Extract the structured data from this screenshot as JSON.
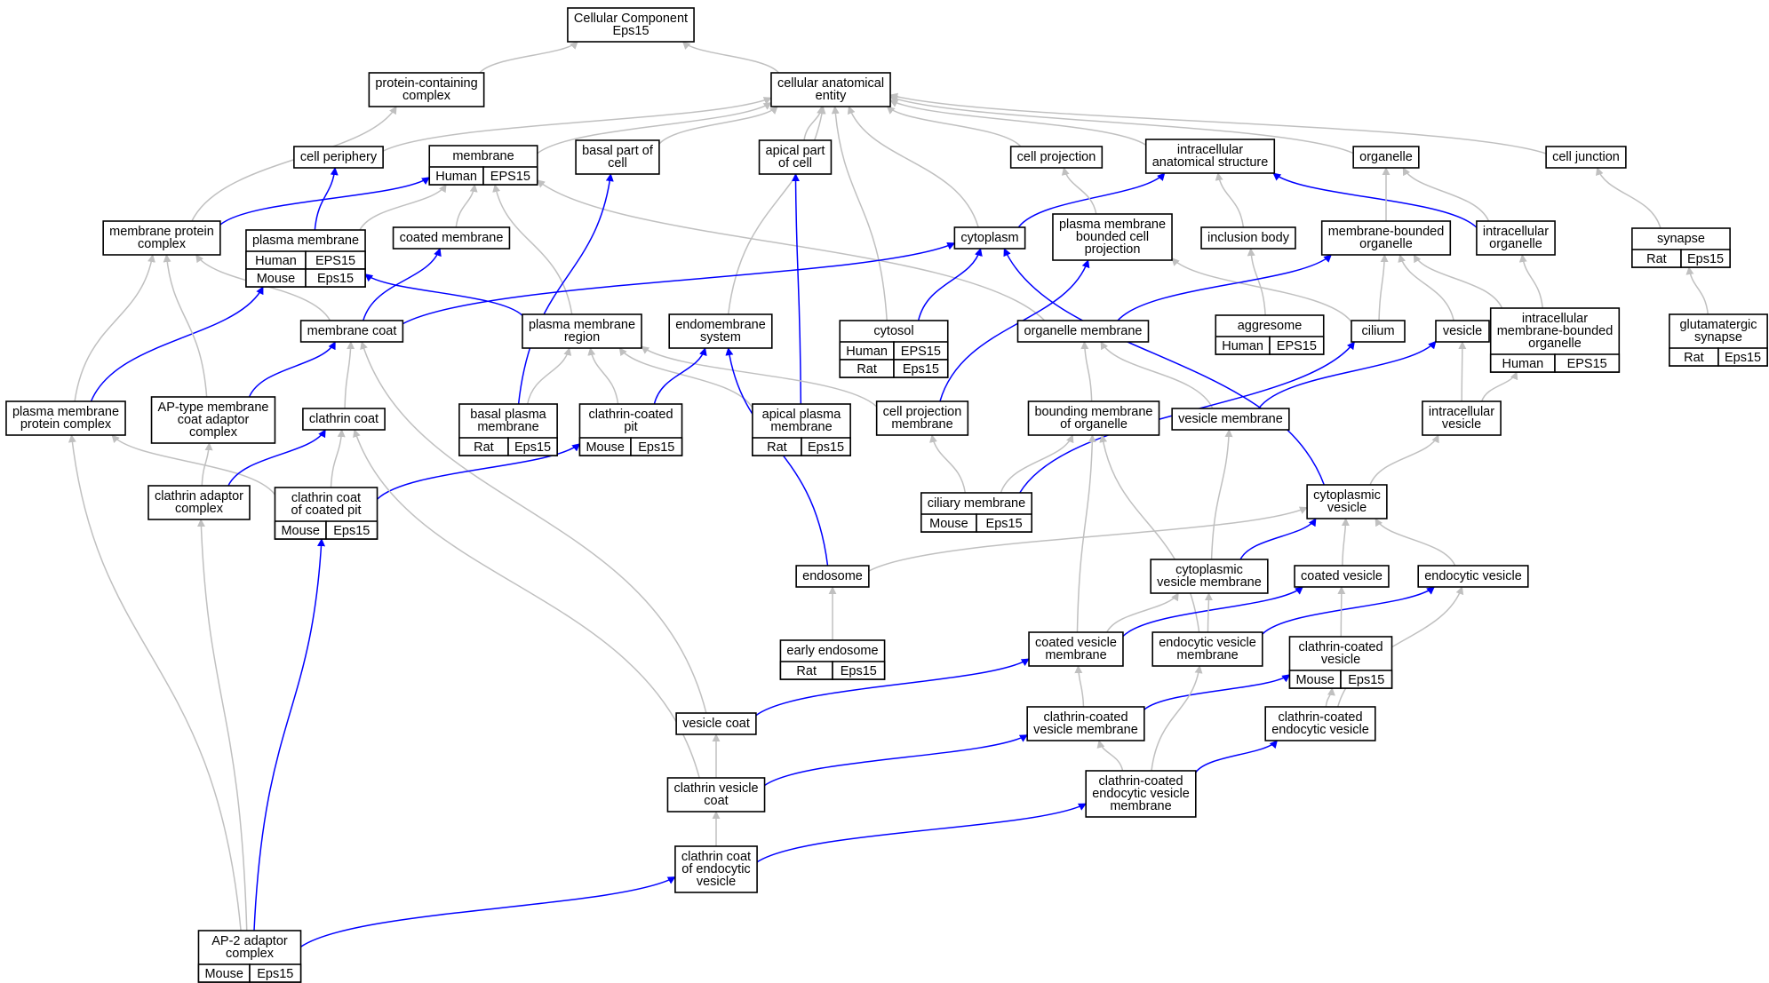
{
  "colors": {
    "arrow_blue": "#0000ff",
    "arrow_gray": "#c0c0c0",
    "Human": "#f2654c",
    "Mouse": "#add8e6",
    "Rat": "#ffd600"
  },
  "nodes": {
    "root": {
      "lines": [
        "Cellular Component",
        "Eps15"
      ]
    },
    "protein_complex": {
      "lines": [
        "protein-containing",
        "complex"
      ]
    },
    "cae": {
      "lines": [
        "cellular anatomical",
        "entity"
      ]
    },
    "cell_periphery": {
      "lines": [
        "cell periphery"
      ]
    },
    "membrane": {
      "lines": [
        "membrane"
      ],
      "annotations": [
        {
          "org": "Human",
          "gene": "EPS15"
        }
      ]
    },
    "basal_part": {
      "lines": [
        "basal part of",
        "cell"
      ]
    },
    "apical_part": {
      "lines": [
        "apical part",
        "of cell"
      ]
    },
    "cell_projection": {
      "lines": [
        "cell projection"
      ]
    },
    "intracellular_as": {
      "lines": [
        "intracellular",
        "anatomical structure"
      ]
    },
    "organelle": {
      "lines": [
        "organelle"
      ]
    },
    "cell_junction": {
      "lines": [
        "cell junction"
      ]
    },
    "plasma_membrane": {
      "lines": [
        "plasma membrane"
      ],
      "annotations": [
        {
          "org": "Human",
          "gene": "EPS15"
        },
        {
          "org": "Mouse",
          "gene": "Eps15"
        }
      ]
    },
    "membrane_protein_complex": {
      "lines": [
        "membrane protein",
        "complex"
      ]
    },
    "coated_membrane": {
      "lines": [
        "coated membrane"
      ]
    },
    "cytoplasm": {
      "lines": [
        "cytoplasm"
      ]
    },
    "pm_bounded_projection": {
      "lines": [
        "plasma membrane",
        "bounded cell",
        "projection"
      ]
    },
    "inclusion_body": {
      "lines": [
        "inclusion body"
      ]
    },
    "membrane_bounded_organelle": {
      "lines": [
        "membrane-bounded",
        "organelle"
      ]
    },
    "intracellular_organelle": {
      "lines": [
        "intracellular",
        "organelle"
      ]
    },
    "synapse": {
      "lines": [
        "synapse"
      ],
      "annotations": [
        {
          "org": "Rat",
          "gene": "Eps15"
        }
      ]
    },
    "cytosol": {
      "lines": [
        "cytosol"
      ],
      "annotations": [
        {
          "org": "Human",
          "gene": "EPS15"
        },
        {
          "org": "Rat",
          "gene": "Eps15"
        }
      ]
    },
    "imbo": {
      "lines": [
        "intracellular",
        "membrane-bounded",
        "organelle"
      ],
      "annotations": [
        {
          "org": "Human",
          "gene": "EPS15"
        }
      ]
    },
    "glutamatergic_synapse": {
      "lines": [
        "glutamatergic",
        "synapse"
      ],
      "annotations": [
        {
          "org": "Rat",
          "gene": "Eps15"
        }
      ]
    },
    "membrane_coat": {
      "lines": [
        "membrane coat"
      ]
    },
    "pm_region": {
      "lines": [
        "plasma membrane",
        "region"
      ]
    },
    "endomembrane": {
      "lines": [
        "endomembrane",
        "system"
      ]
    },
    "organelle_membrane": {
      "lines": [
        "organelle membrane"
      ]
    },
    "aggresome": {
      "lines": [
        "aggresome"
      ],
      "annotations": [
        {
          "org": "Human",
          "gene": "EPS15"
        }
      ]
    },
    "cilium": {
      "lines": [
        "cilium"
      ]
    },
    "vesicle": {
      "lines": [
        "vesicle"
      ]
    },
    "pm_protein_complex": {
      "lines": [
        "plasma membrane",
        "protein complex"
      ]
    },
    "ap_type": {
      "lines": [
        "AP-type membrane",
        "coat adaptor",
        "complex"
      ]
    },
    "clathrin_coat": {
      "lines": [
        "clathrin coat"
      ]
    },
    "basal_pm": {
      "lines": [
        "basal plasma",
        "membrane"
      ],
      "annotations": [
        {
          "org": "Rat",
          "gene": "Eps15"
        }
      ]
    },
    "clathrin_pit": {
      "lines": [
        "clathrin-coated",
        "pit"
      ],
      "annotations": [
        {
          "org": "Mouse",
          "gene": "Eps15"
        }
      ]
    },
    "apical_pm": {
      "lines": [
        "apical plasma",
        "membrane"
      ],
      "annotations": [
        {
          "org": "Rat",
          "gene": "Eps15"
        }
      ]
    },
    "cell_proj_membrane": {
      "lines": [
        "cell projection",
        "membrane"
      ]
    },
    "bounding_membrane": {
      "lines": [
        "bounding membrane",
        "of organelle"
      ]
    },
    "vesicle_membrane": {
      "lines": [
        "vesicle membrane"
      ]
    },
    "intracellular_vesicle": {
      "lines": [
        "intracellular",
        "vesicle"
      ]
    },
    "clathrin_adaptor": {
      "lines": [
        "clathrin adaptor",
        "complex"
      ]
    },
    "clathrin_coat_pit": {
      "lines": [
        "clathrin coat",
        "of coated pit"
      ],
      "annotations": [
        {
          "org": "Mouse",
          "gene": "Eps15"
        }
      ]
    },
    "ciliary_membrane": {
      "lines": [
        "ciliary membrane"
      ],
      "annotations": [
        {
          "org": "Mouse",
          "gene": "Eps15"
        }
      ]
    },
    "cytoplasmic_vesicle": {
      "lines": [
        "cytoplasmic",
        "vesicle"
      ]
    },
    "endosome": {
      "lines": [
        "endosome"
      ]
    },
    "cyto_vesicle_membrane": {
      "lines": [
        "cytoplasmic",
        "vesicle membrane"
      ]
    },
    "coated_vesicle": {
      "lines": [
        "coated vesicle"
      ]
    },
    "endocytic_vesicle": {
      "lines": [
        "endocytic vesicle"
      ]
    },
    "early_endosome": {
      "lines": [
        "early endosome"
      ],
      "annotations": [
        {
          "org": "Rat",
          "gene": "Eps15"
        }
      ]
    },
    "coated_vesicle_membrane": {
      "lines": [
        "coated vesicle",
        "membrane"
      ]
    },
    "endocytic_vesicle_membrane": {
      "lines": [
        "endocytic vesicle",
        "membrane"
      ]
    },
    "clathrin_coated_vesicle": {
      "lines": [
        "clathrin-coated",
        "vesicle"
      ],
      "annotations": [
        {
          "org": "Mouse",
          "gene": "Eps15"
        }
      ]
    },
    "vesicle_coat": {
      "lines": [
        "vesicle coat"
      ]
    },
    "ccv_membrane": {
      "lines": [
        "clathrin-coated",
        "vesicle membrane"
      ]
    },
    "cc_endocytic_vesicle": {
      "lines": [
        "clathrin-coated",
        "endocytic vesicle"
      ]
    },
    "clathrin_vesicle_coat": {
      "lines": [
        "clathrin vesicle",
        "coat"
      ]
    },
    "cc_endocytic_vesicle_membrane": {
      "lines": [
        "clathrin-coated",
        "endocytic vesicle",
        "membrane"
      ]
    },
    "clathrin_coat_endocytic": {
      "lines": [
        "clathrin coat",
        "of endocytic",
        "vesicle"
      ]
    },
    "ap2": {
      "lines": [
        "AP-2 adaptor",
        "complex"
      ],
      "annotations": [
        {
          "org": "Mouse",
          "gene": "Eps15"
        }
      ]
    }
  },
  "edges": [
    {
      "from": "protein_complex",
      "to": "root",
      "color": "gray"
    },
    {
      "from": "cae",
      "to": "root",
      "color": "gray"
    },
    {
      "from": "cell_periphery",
      "to": "cae",
      "color": "gray"
    },
    {
      "from": "membrane",
      "to": "cae",
      "color": "gray"
    },
    {
      "from": "basal_part",
      "to": "cae",
      "color": "gray"
    },
    {
      "from": "apical_part",
      "to": "cae",
      "color": "gray"
    },
    {
      "from": "cell_projection",
      "to": "cae",
      "color": "gray"
    },
    {
      "from": "intracellular_as",
      "to": "cae",
      "color": "gray"
    },
    {
      "from": "organelle",
      "to": "cae",
      "color": "gray"
    },
    {
      "from": "cell_junction",
      "to": "cae",
      "color": "gray"
    },
    {
      "from": "cytoplasm",
      "to": "cae",
      "color": "gray"
    },
    {
      "from": "cytosol",
      "to": "cae",
      "color": "gray"
    },
    {
      "from": "endomembrane",
      "to": "cae",
      "color": "gray"
    },
    {
      "from": "membrane_protein_complex",
      "to": "protein_complex",
      "color": "gray"
    },
    {
      "from": "plasma_membrane",
      "to": "cell_periphery",
      "color": "blue"
    },
    {
      "from": "plasma_membrane",
      "to": "membrane",
      "color": "gray"
    },
    {
      "from": "membrane_protein_complex",
      "to": "membrane",
      "color": "blue"
    },
    {
      "from": "coated_membrane",
      "to": "membrane",
      "color": "gray"
    },
    {
      "from": "pm_region",
      "to": "membrane",
      "color": "gray"
    },
    {
      "from": "organelle_membrane",
      "to": "membrane",
      "color": "gray"
    },
    {
      "from": "cytoplasm",
      "to": "intracellular_as",
      "color": "blue"
    },
    {
      "from": "inclusion_body",
      "to": "intracellular_as",
      "color": "gray"
    },
    {
      "from": "intracellular_organelle",
      "to": "intracellular_as",
      "color": "blue"
    },
    {
      "from": "membrane_bounded_organelle",
      "to": "organelle",
      "color": "gray"
    },
    {
      "from": "intracellular_organelle",
      "to": "organelle",
      "color": "gray"
    },
    {
      "from": "synapse",
      "to": "cell_junction",
      "color": "gray"
    },
    {
      "from": "glutamatergic_synapse",
      "to": "synapse",
      "color": "gray"
    },
    {
      "from": "pm_bounded_projection",
      "to": "cell_projection",
      "color": "gray"
    },
    {
      "from": "cytosol",
      "to": "cytoplasm",
      "color": "blue"
    },
    {
      "from": "membrane_coat",
      "to": "cytoplasm",
      "color": "blue"
    },
    {
      "from": "cytoplasmic_vesicle",
      "to": "cytoplasm",
      "color": "blue"
    },
    {
      "from": "cilium",
      "to": "pm_bounded_projection",
      "color": "gray"
    },
    {
      "from": "aggresome",
      "to": "inclusion_body",
      "color": "gray"
    },
    {
      "from": "organelle_membrane",
      "to": "membrane_bounded_organelle",
      "color": "blue"
    },
    {
      "from": "cilium",
      "to": "membrane_bounded_organelle",
      "color": "gray"
    },
    {
      "from": "vesicle",
      "to": "membrane_bounded_organelle",
      "color": "gray"
    },
    {
      "from": "imbo",
      "to": "membrane_bounded_organelle",
      "color": "gray"
    },
    {
      "from": "imbo",
      "to": "intracellular_organelle",
      "color": "gray"
    },
    {
      "from": "membrane_coat",
      "to": "coated_membrane",
      "color": "blue"
    },
    {
      "from": "membrane_coat",
      "to": "membrane_protein_complex",
      "color": "gray"
    },
    {
      "from": "pm_region",
      "to": "plasma_membrane",
      "color": "blue"
    },
    {
      "from": "basal_pm",
      "to": "basal_part",
      "color": "blue"
    },
    {
      "from": "basal_pm",
      "to": "pm_region",
      "color": "gray"
    },
    {
      "from": "apical_pm",
      "to": "apical_part",
      "color": "blue"
    },
    {
      "from": "apical_pm",
      "to": "pm_region",
      "color": "gray"
    },
    {
      "from": "clathrin_pit",
      "to": "pm_region",
      "color": "gray"
    },
    {
      "from": "cell_proj_membrane",
      "to": "pm_region",
      "color": "gray"
    },
    {
      "from": "clathrin_pit",
      "to": "endomembrane",
      "color": "blue"
    },
    {
      "from": "endosome",
      "to": "endomembrane",
      "color": "blue"
    },
    {
      "from": "cell_proj_membrane",
      "to": "pm_bounded_projection",
      "color": "blue"
    },
    {
      "from": "bounding_membrane",
      "to": "organelle_membrane",
      "color": "gray"
    },
    {
      "from": "vesicle_membrane",
      "to": "organelle_membrane",
      "color": "gray"
    },
    {
      "from": "ciliary_membrane",
      "to": "cilium",
      "color": "blue"
    },
    {
      "from": "vesicle_membrane",
      "to": "vesicle",
      "color": "blue"
    },
    {
      "from": "intracellular_vesicle",
      "to": "vesicle",
      "color": "gray"
    },
    {
      "from": "intracellular_vesicle",
      "to": "imbo",
      "color": "gray"
    },
    {
      "from": "pm_protein_complex",
      "to": "plasma_membrane",
      "color": "blue"
    },
    {
      "from": "pm_protein_complex",
      "to": "membrane_protein_complex",
      "color": "gray"
    },
    {
      "from": "ap_type",
      "to": "membrane_coat",
      "color": "blue"
    },
    {
      "from": "ap_type",
      "to": "membrane_protein_complex",
      "color": "gray"
    },
    {
      "from": "clathrin_coat",
      "to": "membrane_coat",
      "color": "gray"
    },
    {
      "from": "vesicle_coat",
      "to": "membrane_coat",
      "color": "gray"
    },
    {
      "from": "clathrin_coat_pit",
      "to": "clathrin_coat",
      "color": "gray"
    },
    {
      "from": "clathrin_coat_pit",
      "to": "clathrin_pit",
      "color": "blue"
    },
    {
      "from": "clathrin_coat_pit",
      "to": "pm_protein_complex",
      "color": "gray"
    },
    {
      "from": "clathrin_adaptor",
      "to": "clathrin_coat",
      "color": "blue"
    },
    {
      "from": "clathrin_adaptor",
      "to": "ap_type",
      "color": "gray"
    },
    {
      "from": "clathrin_vesicle_coat",
      "to": "clathrin_coat",
      "color": "gray"
    },
    {
      "from": "ciliary_membrane",
      "to": "cell_proj_membrane",
      "color": "gray"
    },
    {
      "from": "ciliary_membrane",
      "to": "bounding_membrane",
      "color": "gray"
    },
    {
      "from": "coated_vesicle_membrane",
      "to": "bounding_membrane",
      "color": "gray"
    },
    {
      "from": "endocytic_vesicle_membrane",
      "to": "bounding_membrane",
      "color": "gray"
    },
    {
      "from": "cyto_vesicle_membrane",
      "to": "vesicle_membrane",
      "color": "gray"
    },
    {
      "from": "cytoplasmic_vesicle",
      "to": "intracellular_vesicle",
      "color": "gray"
    },
    {
      "from": "endosome",
      "to": "cytoplasmic_vesicle",
      "color": "gray"
    },
    {
      "from": "cyto_vesicle_membrane",
      "to": "cytoplasmic_vesicle",
      "color": "blue"
    },
    {
      "from": "coated_vesicle",
      "to": "cytoplasmic_vesicle",
      "color": "gray"
    },
    {
      "from": "endocytic_vesicle",
      "to": "cytoplasmic_vesicle",
      "color": "gray"
    },
    {
      "from": "early_endosome",
      "to": "endosome",
      "color": "gray"
    },
    {
      "from": "coated_vesicle_membrane",
      "to": "cyto_vesicle_membrane",
      "color": "gray"
    },
    {
      "from": "coated_vesicle_membrane",
      "to": "coated_vesicle",
      "color": "blue"
    },
    {
      "from": "endocytic_vesicle_membrane",
      "to": "cyto_vesicle_membrane",
      "color": "gray"
    },
    {
      "from": "endocytic_vesicle_membrane",
      "to": "endocytic_vesicle",
      "color": "blue"
    },
    {
      "from": "clathrin_coated_vesicle",
      "to": "coated_vesicle",
      "color": "gray"
    },
    {
      "from": "cc_endocytic_vesicle",
      "to": "clathrin_coated_vesicle",
      "color": "gray"
    },
    {
      "from": "cc_endocytic_vesicle",
      "to": "endocytic_vesicle",
      "color": "gray"
    },
    {
      "from": "vesicle_coat",
      "to": "coated_vesicle_membrane",
      "color": "blue"
    },
    {
      "from": "ccv_membrane",
      "to": "coated_vesicle_membrane",
      "color": "gray"
    },
    {
      "from": "ccv_membrane",
      "to": "clathrin_coated_vesicle",
      "color": "blue"
    },
    {
      "from": "clathrin_vesicle_coat",
      "to": "vesicle_coat",
      "color": "gray"
    },
    {
      "from": "clathrin_vesicle_coat",
      "to": "ccv_membrane",
      "color": "blue"
    },
    {
      "from": "cc_endocytic_vesicle_membrane",
      "to": "ccv_membrane",
      "color": "gray"
    },
    {
      "from": "cc_endocytic_vesicle_membrane",
      "to": "endocytic_vesicle_membrane",
      "color": "gray"
    },
    {
      "from": "cc_endocytic_vesicle_membrane",
      "to": "cc_endocytic_vesicle",
      "color": "blue"
    },
    {
      "from": "clathrin_coat_endocytic",
      "to": "clathrin_vesicle_coat",
      "color": "gray"
    },
    {
      "from": "clathrin_coat_endocytic",
      "to": "cc_endocytic_vesicle_membrane",
      "color": "blue"
    },
    {
      "from": "ap2",
      "to": "clathrin_coat_endocytic",
      "color": "blue"
    },
    {
      "from": "ap2",
      "to": "clathrin_coat_pit",
      "color": "blue"
    },
    {
      "from": "ap2",
      "to": "clathrin_adaptor",
      "color": "gray"
    },
    {
      "from": "ap2",
      "to": "pm_protein_complex",
      "color": "gray"
    }
  ]
}
